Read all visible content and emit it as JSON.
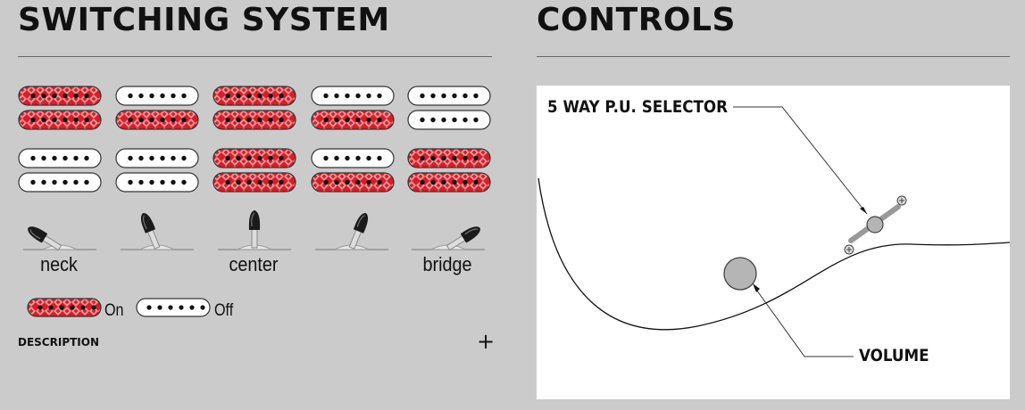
{
  "switching": {
    "heading": "SWITCHING SYSTEM",
    "positions": [
      {
        "label": "neck",
        "coils": [
          [
            "on",
            "on"
          ],
          [
            "off",
            "on"
          ],
          [
            "on",
            "on"
          ],
          [
            "off",
            "on"
          ],
          [
            "off",
            "off"
          ]
        ]
      },
      {
        "label": "",
        "coils": [
          [
            "off",
            "off"
          ],
          [
            "off",
            "off"
          ],
          [
            "on",
            "on"
          ],
          [
            "off",
            "on"
          ],
          [
            "on",
            "on"
          ]
        ]
      }
    ],
    "selector_labels": [
      "neck",
      "",
      "center",
      "",
      "bridge"
    ],
    "legend": {
      "on_label": "On",
      "off_label": "Off"
    },
    "description_label": "DESCRIPTION",
    "expand_symbol": "+"
  },
  "controls": {
    "heading": "CONTROLS",
    "selector_callout": "5 WAY P.U. SELECTOR",
    "volume_callout": "VOLUME"
  },
  "colors": {
    "on_coil": "#d81e27",
    "off_coil": "#ffffff",
    "background": "#cbcbcb",
    "panel": "#ffffff"
  },
  "icons": {
    "expand": "plus-icon",
    "toggle_tip": "selector-knob-icon"
  }
}
